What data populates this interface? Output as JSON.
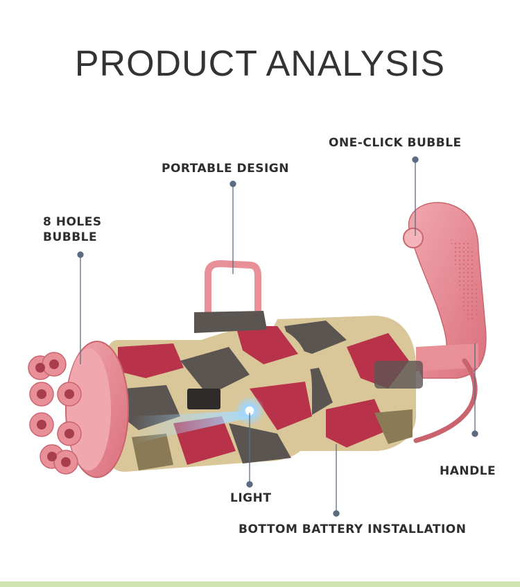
{
  "page": {
    "title": "PRODUCT ANALYSIS"
  },
  "callouts": {
    "one_click": "ONE-CLICK BUBBLE",
    "portable": "PORTABLE DESIGN",
    "holes_line1": "8 HOLES",
    "holes_line2": "BUBBLE",
    "handle": "HANDLE",
    "light": "LIGHT",
    "battery": "BOTTOM BATTERY INSTALLATION"
  },
  "colors": {
    "pink": "#e88f98",
    "pink_dark": "#c9646f",
    "camo_red": "#b8324a",
    "camo_tan": "#d9c79a",
    "camo_olive": "#8a7a55",
    "camo_gray": "#5b5552",
    "accent_bar": "#cfe3b0",
    "light_glow": "#7fc4ff"
  }
}
